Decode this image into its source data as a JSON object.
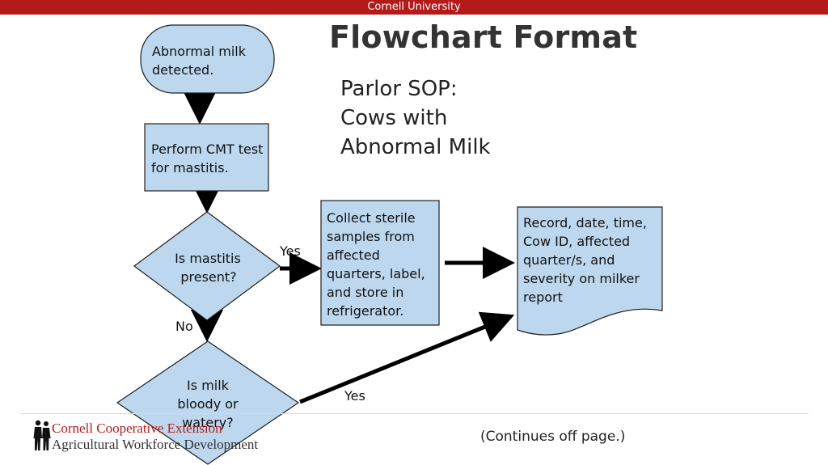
{
  "header": {
    "institution": "Cornell University"
  },
  "slide": {
    "title": "Flowchart Format",
    "subtitle_lines": [
      "Parlor SOP:",
      "Cows with",
      "Abnormal Milk"
    ]
  },
  "flowchart": {
    "nodes": {
      "start": {
        "lines": [
          "Abnormal milk",
          "detected."
        ]
      },
      "cmt_test": {
        "lines": [
          "Perform CMT test",
          "for mastitis."
        ]
      },
      "mastitis_decision": {
        "lines": [
          "Is mastitis",
          "present?"
        ]
      },
      "collect_samples": {
        "lines": [
          "Collect sterile",
          "samples from",
          "affected",
          "quarters, label,",
          "and store in",
          "refrigerator."
        ]
      },
      "record_report": {
        "lines": [
          "Record, date, time,",
          "Cow ID, affected",
          "quarter/s, and",
          "severity on milker",
          "report"
        ]
      },
      "bloody_decision": {
        "lines": [
          "Is milk",
          "bloody or",
          "watery?"
        ]
      }
    },
    "edge_labels": {
      "mastitis_yes": "Yes",
      "mastitis_no": "No",
      "bloody_yes": "Yes"
    },
    "colors": {
      "node_fill": "#bdd7ee",
      "node_stroke": "#1f1f1f",
      "arrow": "#000000"
    }
  },
  "footer": {
    "logo_line1": "Cornell Cooperative Extension",
    "logo_line2": "Agricultural Workforce Development",
    "continues": "(Continues off page.)"
  }
}
